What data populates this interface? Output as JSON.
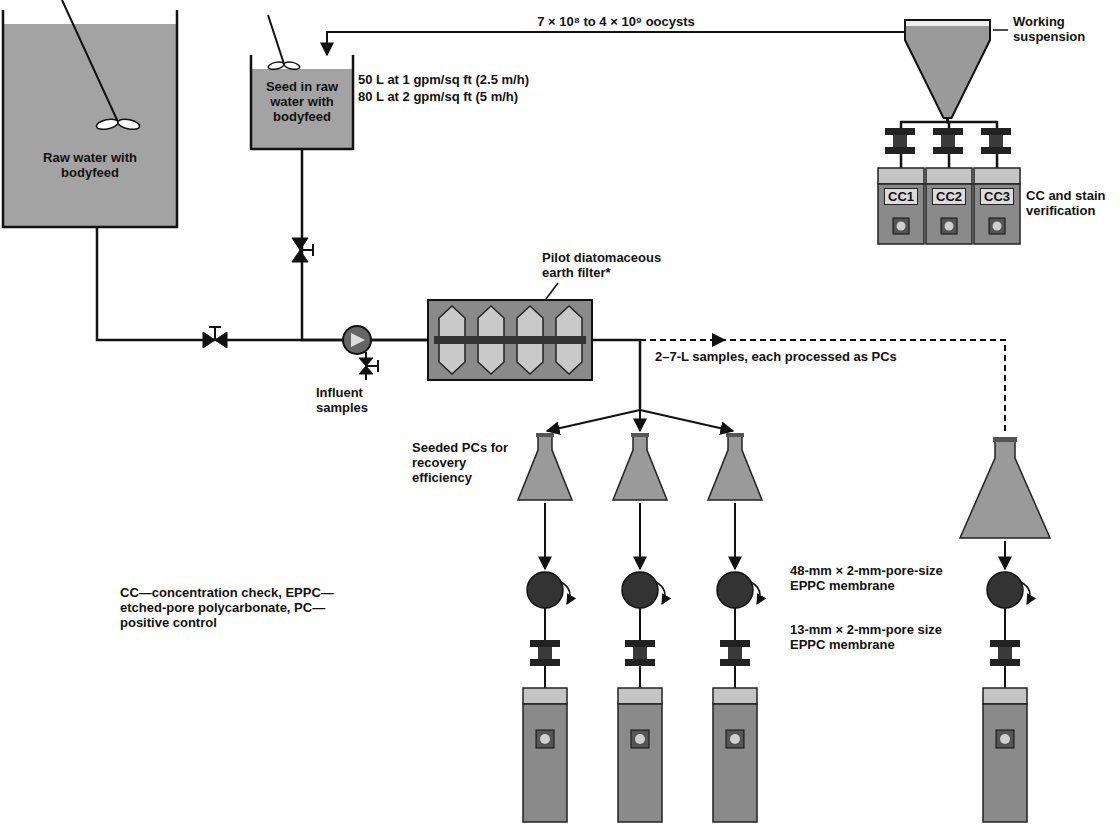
{
  "diagram": {
    "nodes": [
      {
        "text": [
          "Raw water with bodyfeed"
        ]
      },
      {
        "text": [
          "Seed in raw water with bodyfeed"
        ]
      },
      {
        "text": [
          "Pilot diatomaceous earth filter*"
        ]
      },
      {
        "text": [
          "Working suspension"
        ]
      },
      {
        "text": [
          "CC1"
        ]
      },
      {
        "text": [
          "CC2"
        ]
      },
      {
        "text": [
          "CC3"
        ]
      }
    ],
    "edges": [
      {
        "from": 0,
        "to": 2,
        "arrow": "none"
      },
      {
        "from": 1,
        "to": 2,
        "arrow": "none"
      },
      {
        "from": 3,
        "to": 1,
        "label": "7 × 10⁸ to 4 × 10⁹ oocysts",
        "arrow": "to"
      },
      {
        "from": 3,
        "to": 4,
        "arrow": "none"
      },
      {
        "from": 3,
        "to": 5,
        "arrow": "none"
      },
      {
        "from": 3,
        "to": 6,
        "arrow": "none"
      }
    ],
    "labels": [
      "50 L at 1 gpm/sq ft (2.5 m/h)",
      "80 L at 2 gpm/sq ft (5 m/h)",
      "Influent samples",
      "2–7-L samples, each processed as PCs",
      "Seeded PCs for recovery efficiency",
      "48-mm × 2-mm-pore-size EPPC membrane",
      "13-mm × 2-mm-pore size EPPC membrane",
      "CC and stain verification",
      "CC—concentration check, EPPC—etched-pore polycarbonate, PC—positive control"
    ]
  }
}
